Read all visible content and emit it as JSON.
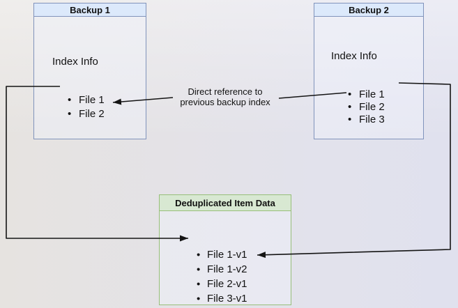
{
  "backup1": {
    "title": "Backup 1",
    "index_label": "Index Info",
    "files": [
      "File 1",
      "File 2"
    ]
  },
  "backup2": {
    "title": "Backup 2",
    "index_label": "Index Info",
    "files": [
      "File 1",
      "File 2",
      "File 3"
    ]
  },
  "dedup": {
    "title": "Deduplicated Item Data",
    "items": [
      "File 1-v1",
      "File 1-v2",
      "File 2-v1",
      "File 3-v1"
    ]
  },
  "annotation": {
    "line1": "Direct reference to",
    "line2": "previous backup index"
  },
  "colors": {
    "blue_box_border": "#8093bb",
    "blue_box_header_fill": "#dce9fb",
    "green_box_border": "#97bf79",
    "green_box_header_fill": "#d8e8d2",
    "box_body_fill": "rgba(240,242,252,0.42)",
    "arrow": "#141414",
    "text": "#111111"
  }
}
